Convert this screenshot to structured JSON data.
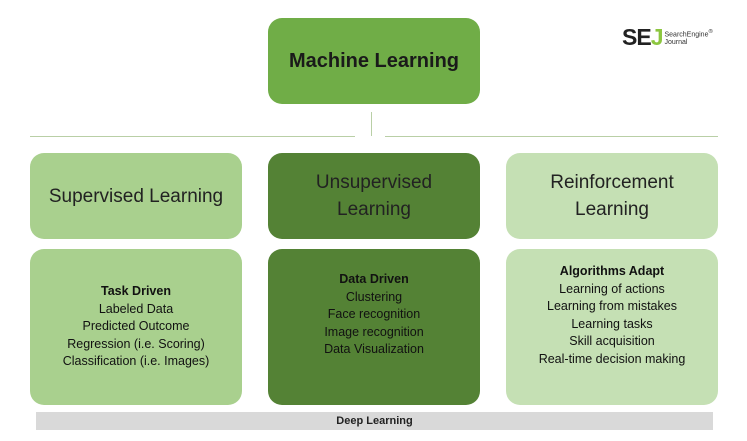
{
  "root": {
    "label": "Machine Learning"
  },
  "logo": {
    "brand_main": "SE",
    "brand_accent": "J",
    "line1": "SearchEngine",
    "line2": "Journal",
    "mark": "®"
  },
  "categories": [
    {
      "title_line1": "Supervised Learning",
      "title_line2": "",
      "heading": "Task Driven",
      "items": [
        "Labeled Data",
        "Predicted Outcome",
        "Regression (i.e. Scoring)",
        "Classification (i.e. Images)",
        "",
        ""
      ]
    },
    {
      "title_line1": "Unsupervised",
      "title_line2": "Learning",
      "heading": "Data Driven",
      "items": [
        "Clustering",
        "Face recognition",
        "Image recognition",
        "Data Visualization",
        "",
        ""
      ]
    },
    {
      "title_line1": "Reinforcement",
      "title_line2": "Learning",
      "heading": "Algorithms Adapt",
      "items": [
        "Learning of actions",
        "Learning from mistakes",
        "Learning tasks",
        "Skill acquisition",
        "Real-time decision making",
        ""
      ]
    }
  ],
  "footer": {
    "label": "Deep Learning"
  },
  "colors": {
    "root": "#70ad47",
    "supervised": "#a9d08e",
    "unsupervised": "#548235",
    "reinforcement": "#c5e0b4",
    "footer": "#d9d9d9",
    "logo_accent": "#8cc63f"
  }
}
